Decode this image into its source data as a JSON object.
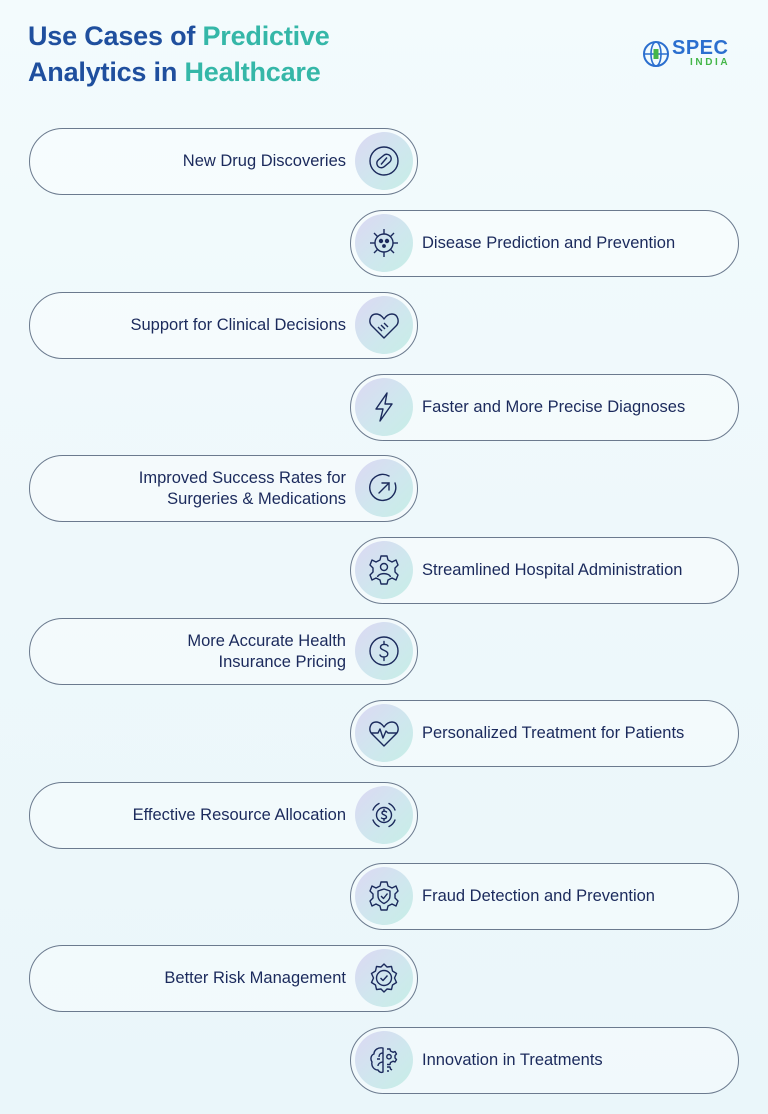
{
  "header": {
    "title_line1_part1": "Use Cases of",
    "title_line1_part2": "Predictive",
    "title_line2_part1": "Analytics in",
    "title_line2_part2": "Healthcare"
  },
  "logo": {
    "word": "SPEC",
    "sub": "INDIA"
  },
  "colors": {
    "title_dark": "#1f4f9e",
    "title_accent": "#35b7a8",
    "text": "#1b2a5c",
    "outline": "#6b7a8e"
  },
  "use_cases": [
    {
      "label": "New Drug Discoveries",
      "icon": "pill-icon"
    },
    {
      "label": "Disease Prediction and Prevention",
      "icon": "virus-icon"
    },
    {
      "label": "Support for Clinical Decisions",
      "icon": "handshake-heart-icon"
    },
    {
      "label": "Faster and More Precise Diagnoses",
      "icon": "lightning-icon"
    },
    {
      "label": "Improved Success Rates for\nSurgeries & Medications",
      "icon": "growth-arrow-icon"
    },
    {
      "label": "Streamlined Hospital Administration",
      "icon": "admin-gear-person-icon"
    },
    {
      "label": "More Accurate Health\nInsurance Pricing",
      "icon": "dollar-coin-icon"
    },
    {
      "label": "Personalized Treatment for Patients",
      "icon": "heartbeat-icon"
    },
    {
      "label": "Effective Resource Allocation",
      "icon": "resource-cycle-dollar-icon"
    },
    {
      "label": "Fraud Detection and Prevention",
      "icon": "shield-gear-icon"
    },
    {
      "label": "Better Risk Management",
      "icon": "badge-check-icon"
    },
    {
      "label": "Innovation in Treatments",
      "icon": "brain-gear-icon"
    }
  ]
}
